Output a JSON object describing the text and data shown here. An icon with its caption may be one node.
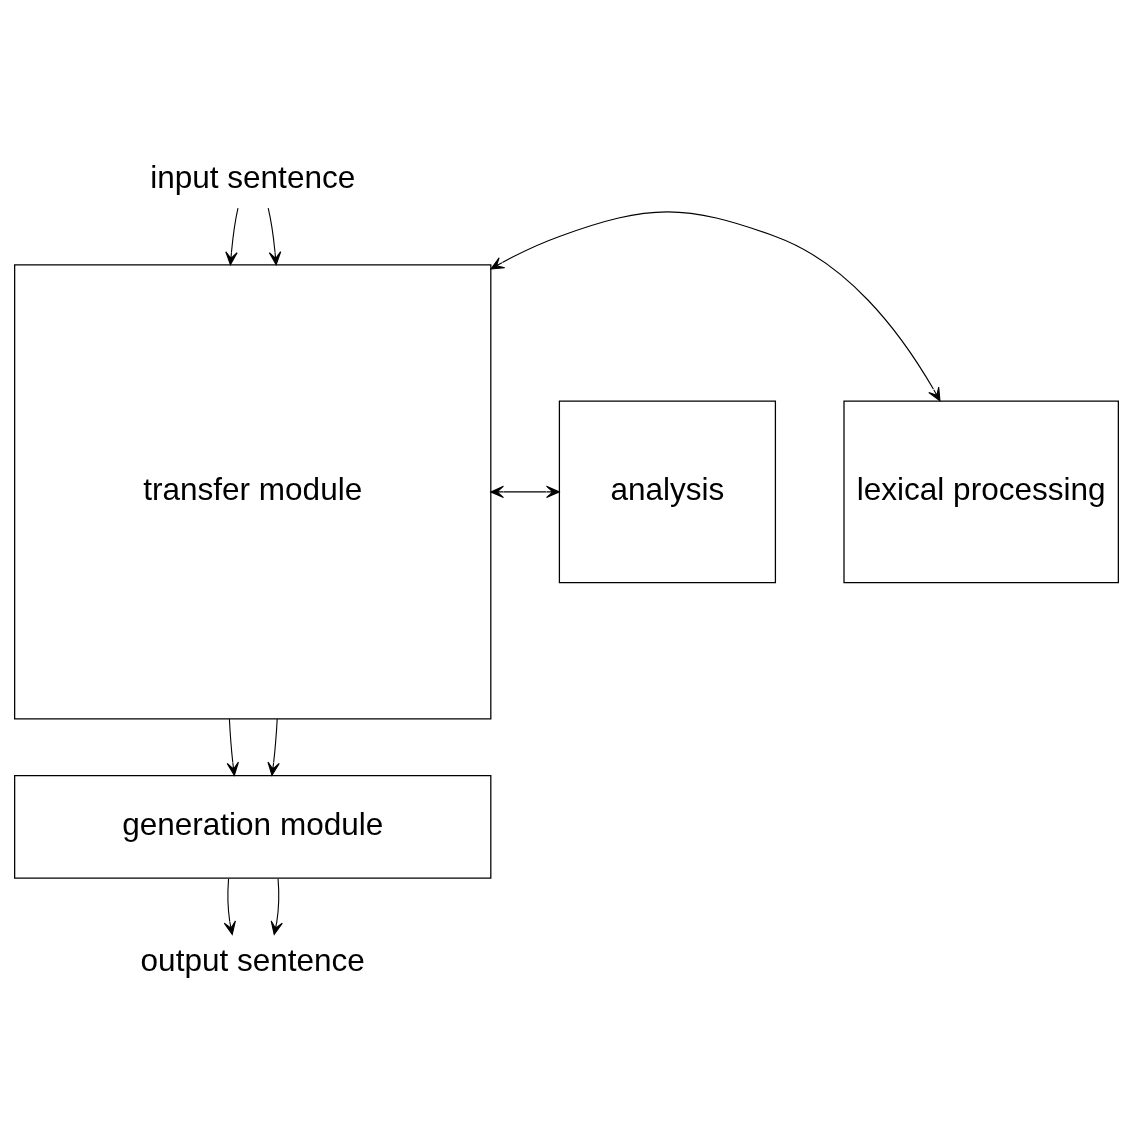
{
  "diagram": {
    "nodes": [
      {
        "text": [
          "input sentence"
        ]
      },
      {
        "text": [
          "transfer module"
        ]
      },
      {
        "text": [
          "lexical processing"
        ]
      },
      {
        "text": [
          "analysis"
        ]
      },
      {
        "text": [
          "generation module"
        ]
      },
      {
        "text": [
          "output sentence"
        ]
      }
    ],
    "edges": [
      {
        "from": 0,
        "to": 1,
        "arrow": "to"
      },
      {
        "from": 0,
        "to": 1,
        "arrow": "to"
      },
      {
        "from": 1,
        "to": 2,
        "arrow": "both"
      },
      {
        "from": 1,
        "to": 3,
        "arrow": "both"
      },
      {
        "from": 1,
        "to": 4,
        "arrow": "to"
      },
      {
        "from": 1,
        "to": 4,
        "arrow": "to"
      },
      {
        "from": 4,
        "to": 5,
        "arrow": "to"
      },
      {
        "from": 4,
        "to": 5,
        "arrow": "to"
      }
    ]
  }
}
